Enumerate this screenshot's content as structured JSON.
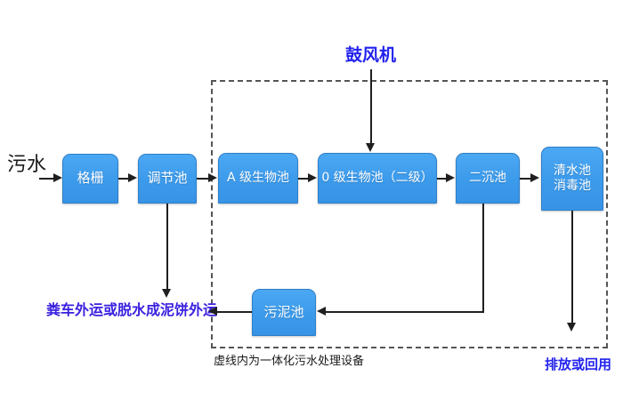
{
  "diagram": {
    "title_note": "虚线内为一体化污水处理设备",
    "colors": {
      "box_fill": "#3C9AEB",
      "box_border": "#2E7FC9",
      "box_text": "#FFFFFF",
      "connector": "#1F1F1F",
      "dashed_border": "#555555",
      "label_blue": "#2222EE",
      "label_violet": "#3A20E0",
      "label_black": "#1A1A1A",
      "background": "#FFFFFF"
    },
    "labels": {
      "influent": "污水",
      "blower": "鼓风机",
      "sludge_haul": "粪车外运或脱水成泥饼外运",
      "effluent": "排放或回用",
      "enclosure_caption": "虚线内为一体化污水处理设备"
    },
    "boxes": [
      {
        "id": "grille",
        "text": "格栅"
      },
      {
        "id": "regulating",
        "text": "调节池"
      },
      {
        "id": "a-stage",
        "text": "A 级生物池"
      },
      {
        "id": "o-stage",
        "text": "0 级生物池（二级）"
      },
      {
        "id": "secondary",
        "text": "二沉池"
      },
      {
        "id": "clearwater",
        "text": "清水池\n消毒池"
      },
      {
        "id": "sludge",
        "text": "污泥池"
      }
    ],
    "flow_sequence": [
      "污水",
      "格栅",
      "调节池",
      "A 级生物池",
      "0 级生物池（二级）",
      "二沉池",
      "清水池消毒池",
      "排放或回用"
    ],
    "side_streams": [
      {
        "from": "调节池",
        "to": "粪车外运或脱水成泥饼外运"
      },
      {
        "from": "二沉池",
        "to": "污泥池"
      },
      {
        "from": "污泥池",
        "to": "粪车外运或脱水成泥饼外运"
      },
      {
        "from": "鼓风机",
        "to": "0 级生物池（二级）"
      }
    ]
  }
}
